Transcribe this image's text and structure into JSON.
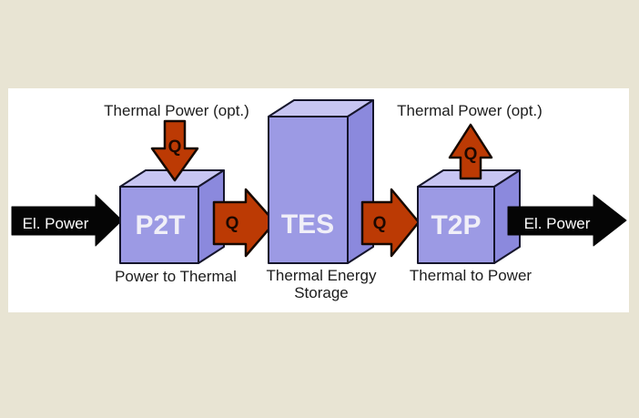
{
  "diagram": {
    "title_semantics": "Thermal Energy Storage flow diagram",
    "thermal_in_label": "Thermal Power (opt.)",
    "thermal_out_label": "Thermal Power (opt.)",
    "power_in_label": "El. Power",
    "power_out_label": "El. Power",
    "heat_flow_symbol": "Q",
    "blocks": {
      "p2t": {
        "abbr": "P2T",
        "caption": "Power to Thermal"
      },
      "tes": {
        "abbr": "TES",
        "caption_line1": "Thermal Energy",
        "caption_line2": "Storage"
      },
      "t2p": {
        "abbr": "T2P",
        "caption": "Thermal to Power"
      }
    },
    "colors": {
      "background": "#e8e4d3",
      "panel": "#ffffff",
      "box_front": "#9c9ae4",
      "box_top": "#c7c5f2",
      "box_side": "#8b89dd",
      "box_outline": "#16162c",
      "heat_arrow_fill": "#bc3a04",
      "heat_arrow_outline": "#160800",
      "power_arrow_fill": "#050505",
      "text": "#1c1c1c",
      "box_label_text": "#f0eff8"
    }
  }
}
